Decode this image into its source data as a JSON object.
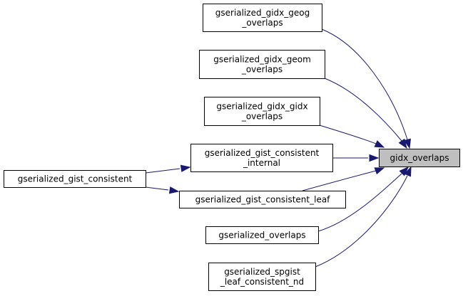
{
  "diagram": {
    "type": "call-graph",
    "edge_color": "#191970",
    "target_fill": "#bfbfbf",
    "nodes": [
      {
        "id": "gidx_overlaps",
        "lines": [
          "gidx_overlaps"
        ],
        "highlighted": true
      },
      {
        "id": "geog",
        "lines": [
          "gserialized_gidx_geog",
          "_overlaps"
        ]
      },
      {
        "id": "geom",
        "lines": [
          "gserialized_gidx_geom",
          "_overlaps"
        ]
      },
      {
        "id": "gidx",
        "lines": [
          "gserialized_gidx_gidx",
          "_overlaps"
        ]
      },
      {
        "id": "cinternal",
        "lines": [
          "gserialized_gist_consistent",
          "_internal"
        ]
      },
      {
        "id": "cleaf",
        "lines": [
          "gserialized_gist_consistent_leaf"
        ]
      },
      {
        "id": "overlaps",
        "lines": [
          "gserialized_overlaps"
        ]
      },
      {
        "id": "spgist",
        "lines": [
          "gserialized_spgist",
          "_leaf_consistent_nd"
        ]
      },
      {
        "id": "consistent",
        "lines": [
          "gserialized_gist_consistent"
        ]
      }
    ],
    "edges": [
      {
        "from": "geog",
        "to": "gidx_overlaps"
      },
      {
        "from": "geom",
        "to": "gidx_overlaps"
      },
      {
        "from": "gidx",
        "to": "gidx_overlaps"
      },
      {
        "from": "cinternal",
        "to": "gidx_overlaps"
      },
      {
        "from": "cleaf",
        "to": "gidx_overlaps"
      },
      {
        "from": "overlaps",
        "to": "gidx_overlaps"
      },
      {
        "from": "spgist",
        "to": "gidx_overlaps"
      },
      {
        "from": "consistent",
        "to": "cinternal"
      },
      {
        "from": "consistent",
        "to": "cleaf"
      }
    ]
  }
}
